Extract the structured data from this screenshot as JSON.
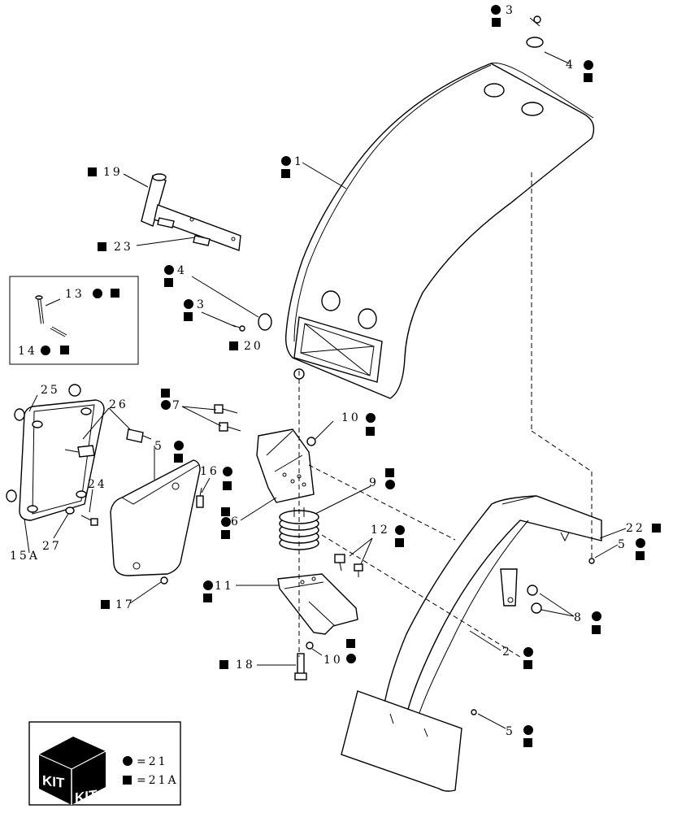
{
  "callouts": {
    "c3_top": "3",
    "c4_top": "4",
    "c1": "1",
    "c19": "19",
    "c23": "23",
    "c4_mid": "4",
    "c3_mid": "3",
    "c13": "13",
    "c14": "14",
    "c20": "20",
    "c25": "25",
    "c26": "26",
    "c7": "7",
    "c10_top": "10",
    "c5_left": "5",
    "c16": "16",
    "c24": "24",
    "c6": "6",
    "c9": "9",
    "c15a": "15A",
    "c27": "27",
    "c12": "12",
    "c22": "22",
    "c5_right": "5",
    "c11": "11",
    "c8": "8",
    "c17": "17",
    "c10_bot": "10",
    "c2": "2",
    "c18": "18",
    "c5_bot": "5"
  },
  "legend": {
    "kit_word_1": "KIT",
    "kit_word_2": "KIT",
    "dot_label": "=21",
    "square_label": "=21A"
  }
}
